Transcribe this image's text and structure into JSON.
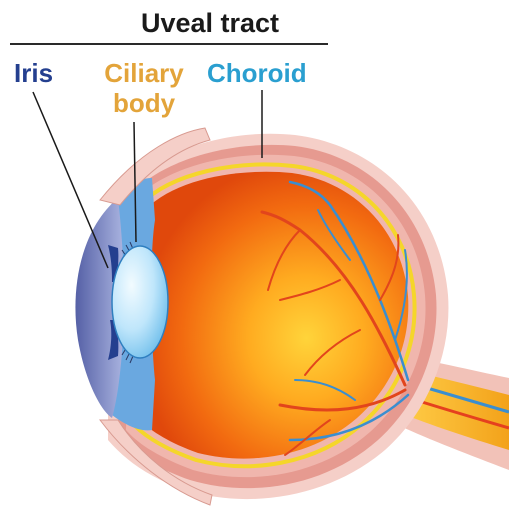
{
  "title": "Uveal tract",
  "labels": {
    "iris": "Iris",
    "ciliary_line1": "Ciliary",
    "ciliary_line2": "body",
    "choroid": "Choroid"
  },
  "colors": {
    "iris": "#243f8f",
    "ciliary": "#e3a43a",
    "choroid": "#2a9fd0"
  }
}
